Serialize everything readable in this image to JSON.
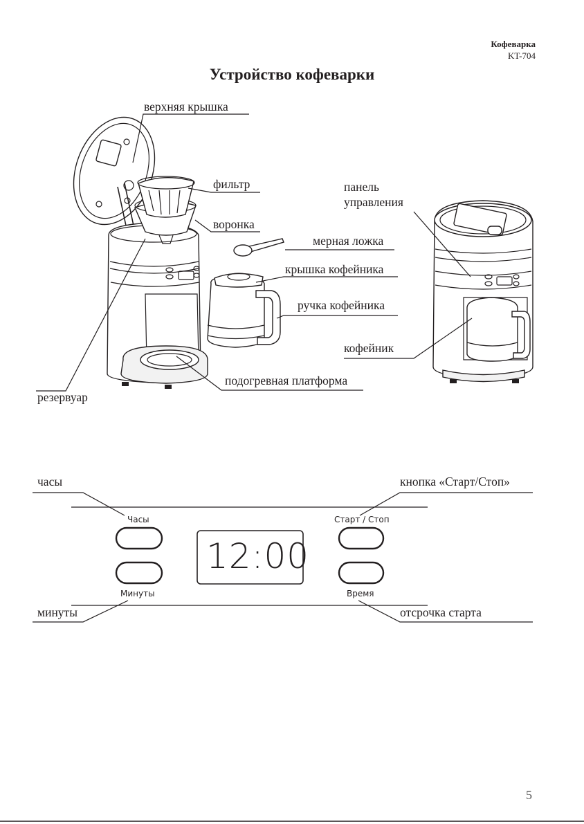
{
  "header": {
    "brand": "Кофеварка",
    "model": "KT-704"
  },
  "title": "Устройство кофеварки",
  "device_labels": {
    "top_lid": "верхняя крышка",
    "filter": "фильтр",
    "funnel": "воронка",
    "control_panel_line1": "панель",
    "control_panel_line2": "управления",
    "measuring_spoon": "мерная ложка",
    "carafe_lid": "крышка кофейника",
    "carafe_handle": "ручка кофейника",
    "carafe": "кофейник",
    "warming_plate": "подогревная платформа",
    "reservoir": "резервуар"
  },
  "panel_callouts": {
    "clock": "часы",
    "start_stop_button": "кнопка «Старт/Стоп»",
    "minutes": "минуты",
    "delayed_start": "отсрочка старта"
  },
  "control_panel": {
    "hours_label": "Часы",
    "minutes_label": "Минуты",
    "start_stop_label": "Старт / Стоп",
    "time_label": "Время",
    "display_value": "12:00"
  },
  "footer": {
    "page_number": "5"
  }
}
